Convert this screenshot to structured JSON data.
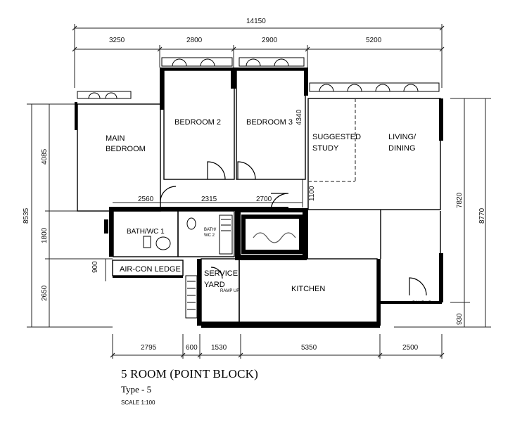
{
  "plan": {
    "title": "5 ROOM (POINT BLOCK)",
    "type": "Type - 5",
    "scale": "SCALE 1:100"
  },
  "dimensions": {
    "overall_width": "14150",
    "top": [
      "3250",
      "2800",
      "2900",
      "5200"
    ],
    "bottom": [
      "2795",
      "600",
      "1530",
      "5350",
      "2500"
    ],
    "left_outer": "8535",
    "left_inner": [
      "4085",
      "1800",
      "2650"
    ],
    "left_small": "900",
    "right_outer": "8770",
    "right_inner": [
      "7820",
      "930"
    ],
    "bedroom3_height": "4340",
    "middle": [
      "2560",
      "2315",
      "2700"
    ],
    "middle_vertical": "1100"
  },
  "rooms": {
    "main_bedroom": [
      "MAIN",
      "BEDROOM"
    ],
    "bedroom2": "BEDROOM 2",
    "bedroom3": "BEDROOM 3",
    "study": [
      "SUGGESTED",
      "STUDY"
    ],
    "living": [
      "LIVING/",
      "DINING"
    ],
    "bath1": "BATH/WC 1",
    "bath2": [
      "BATH/",
      "WC 2"
    ],
    "aircon": "AIR-CON LEDGE",
    "service": [
      "SERVICE",
      "YARD"
    ],
    "kitchen": "KITCHEN",
    "ramp": "RAMP UP"
  },
  "colors": {
    "wall": "#000000",
    "line": "#222222",
    "dash": "#444444",
    "paper": "#ffffff"
  }
}
